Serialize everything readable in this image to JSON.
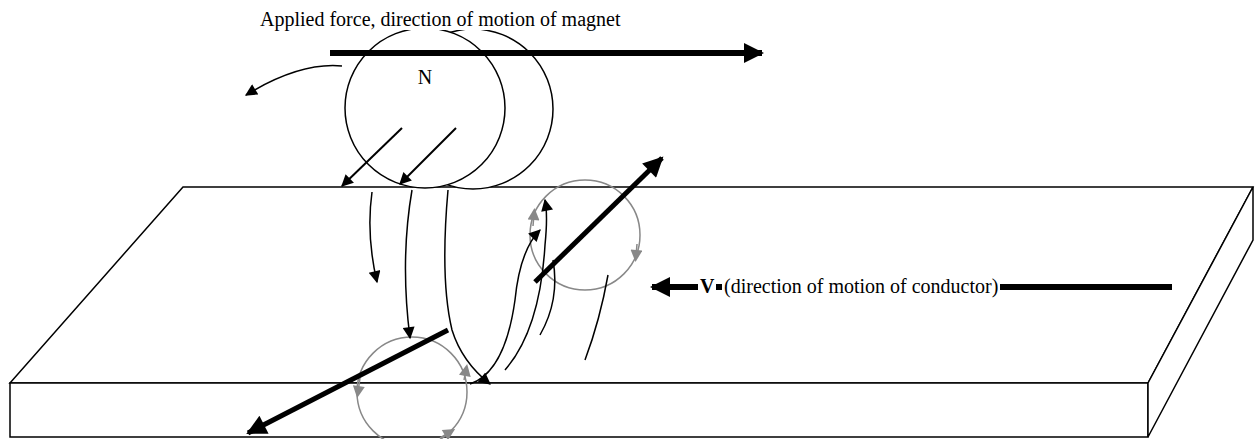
{
  "diagram": {
    "nodes": [
      {
        "text": [
          "N"
        ]
      }
    ],
    "labels": [
      "Applied force, direction of motion of magnet",
      "V",
      "(direction of motion of conductor)"
    ]
  }
}
